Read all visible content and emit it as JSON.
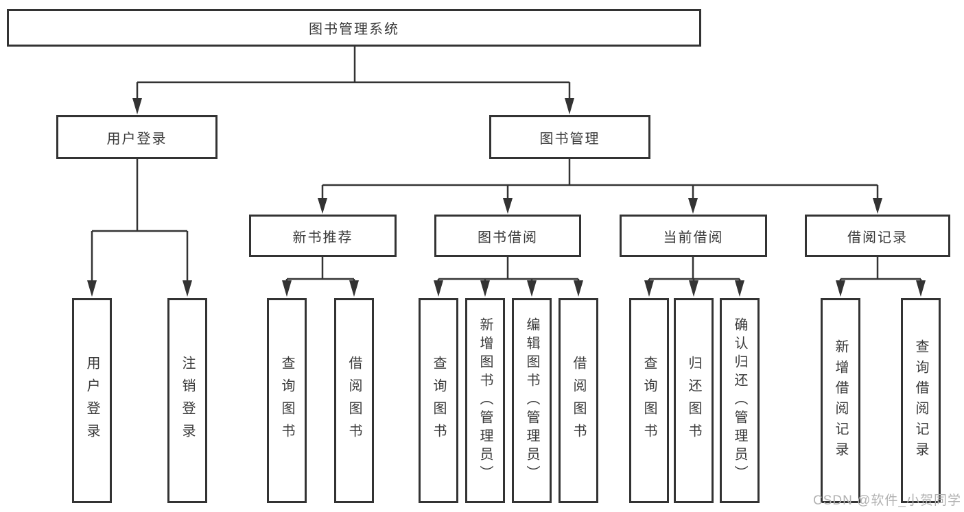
{
  "colors": {
    "line": "#333333",
    "text": "#3a3a3a",
    "watermark": "#b2b2b2",
    "background": "#ffffff"
  },
  "watermark": {
    "text": "CSDN @软件_小贺同学"
  },
  "tree": {
    "label": "图书管理系统",
    "children": [
      {
        "label": "用户登录",
        "children": [
          {
            "label": "用户登录"
          },
          {
            "label": "注销登录"
          }
        ]
      },
      {
        "label": "图书管理",
        "children": [
          {
            "label": "新书推荐",
            "children": [
              {
                "label": "查询图书"
              },
              {
                "label": "借阅图书"
              }
            ]
          },
          {
            "label": "图书借阅",
            "children": [
              {
                "label": "查询图书"
              },
              {
                "label": "新增图书（管理员）"
              },
              {
                "label": "编辑图书（管理员）"
              },
              {
                "label": "借阅图书"
              }
            ]
          },
          {
            "label": "当前借阅",
            "children": [
              {
                "label": "查询图书"
              },
              {
                "label": "归还图书"
              },
              {
                "label": "确认归还（管理员）"
              }
            ]
          },
          {
            "label": "借阅记录",
            "children": [
              {
                "label": "新增借阅记录"
              },
              {
                "label": "查询借阅记录"
              }
            ]
          }
        ]
      }
    ]
  }
}
